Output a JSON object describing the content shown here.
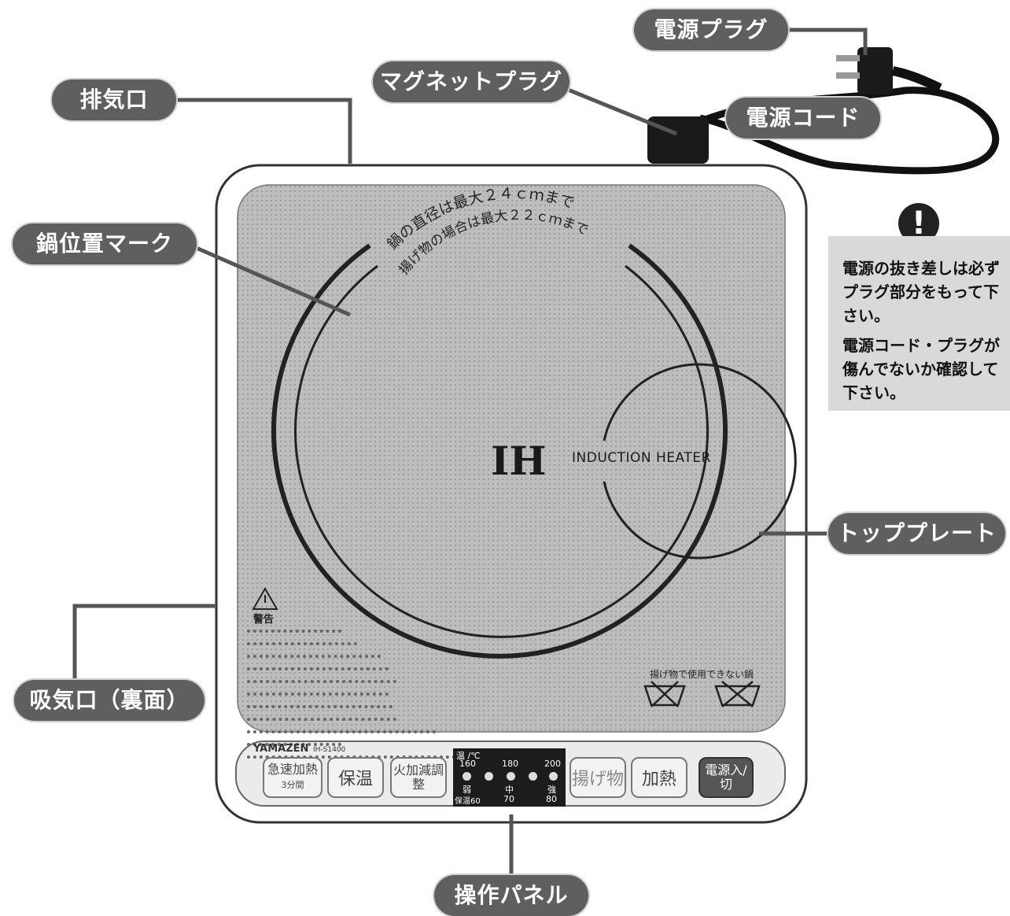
{
  "labels": {
    "power_plug": "電源プラグ",
    "magnet_plug": "マグネットプラグ",
    "exhaust": "排気口",
    "power_cord": "電源コード",
    "pan_mark": "鍋位置マーク",
    "top_plate": "トッププレート",
    "intake": "吸気口（裏面）",
    "panel": "操作パネル"
  },
  "caution": {
    "icon": "exclamation-icon",
    "text1": "電源の抜き差しは必ずプラグ部分をもって下さい。",
    "text2": "電源コード・プラグが傷んでないか確認して下さい。"
  },
  "plate": {
    "arc_text1": "鍋の直径は最大２４ｃｍまで",
    "arc_text2": "揚げ物の場合は最大２２ｃｍまで",
    "ih": "IH",
    "induction": "INDUCTION  HEATER",
    "warning_title": "警告",
    "no_use_title": "揚げ物で使用できない鍋"
  },
  "panel": {
    "brand": "YAMAZEN",
    "model": "IH-S1400",
    "buttons": {
      "rapid": "急速加熱",
      "rapid_sub": "3分間",
      "keep_warm": "保温",
      "heat_adjust": "火加減調整",
      "fry": "揚げ物",
      "heat": "加熱",
      "power": "電源入/切"
    },
    "display": {
      "top_label": "温 /℃",
      "t160": "160",
      "t180": "180",
      "t200": "200",
      "low": "弱",
      "mid": "中",
      "high": "強",
      "keep": "保温60",
      "v70": "70",
      "v80": "80"
    }
  }
}
